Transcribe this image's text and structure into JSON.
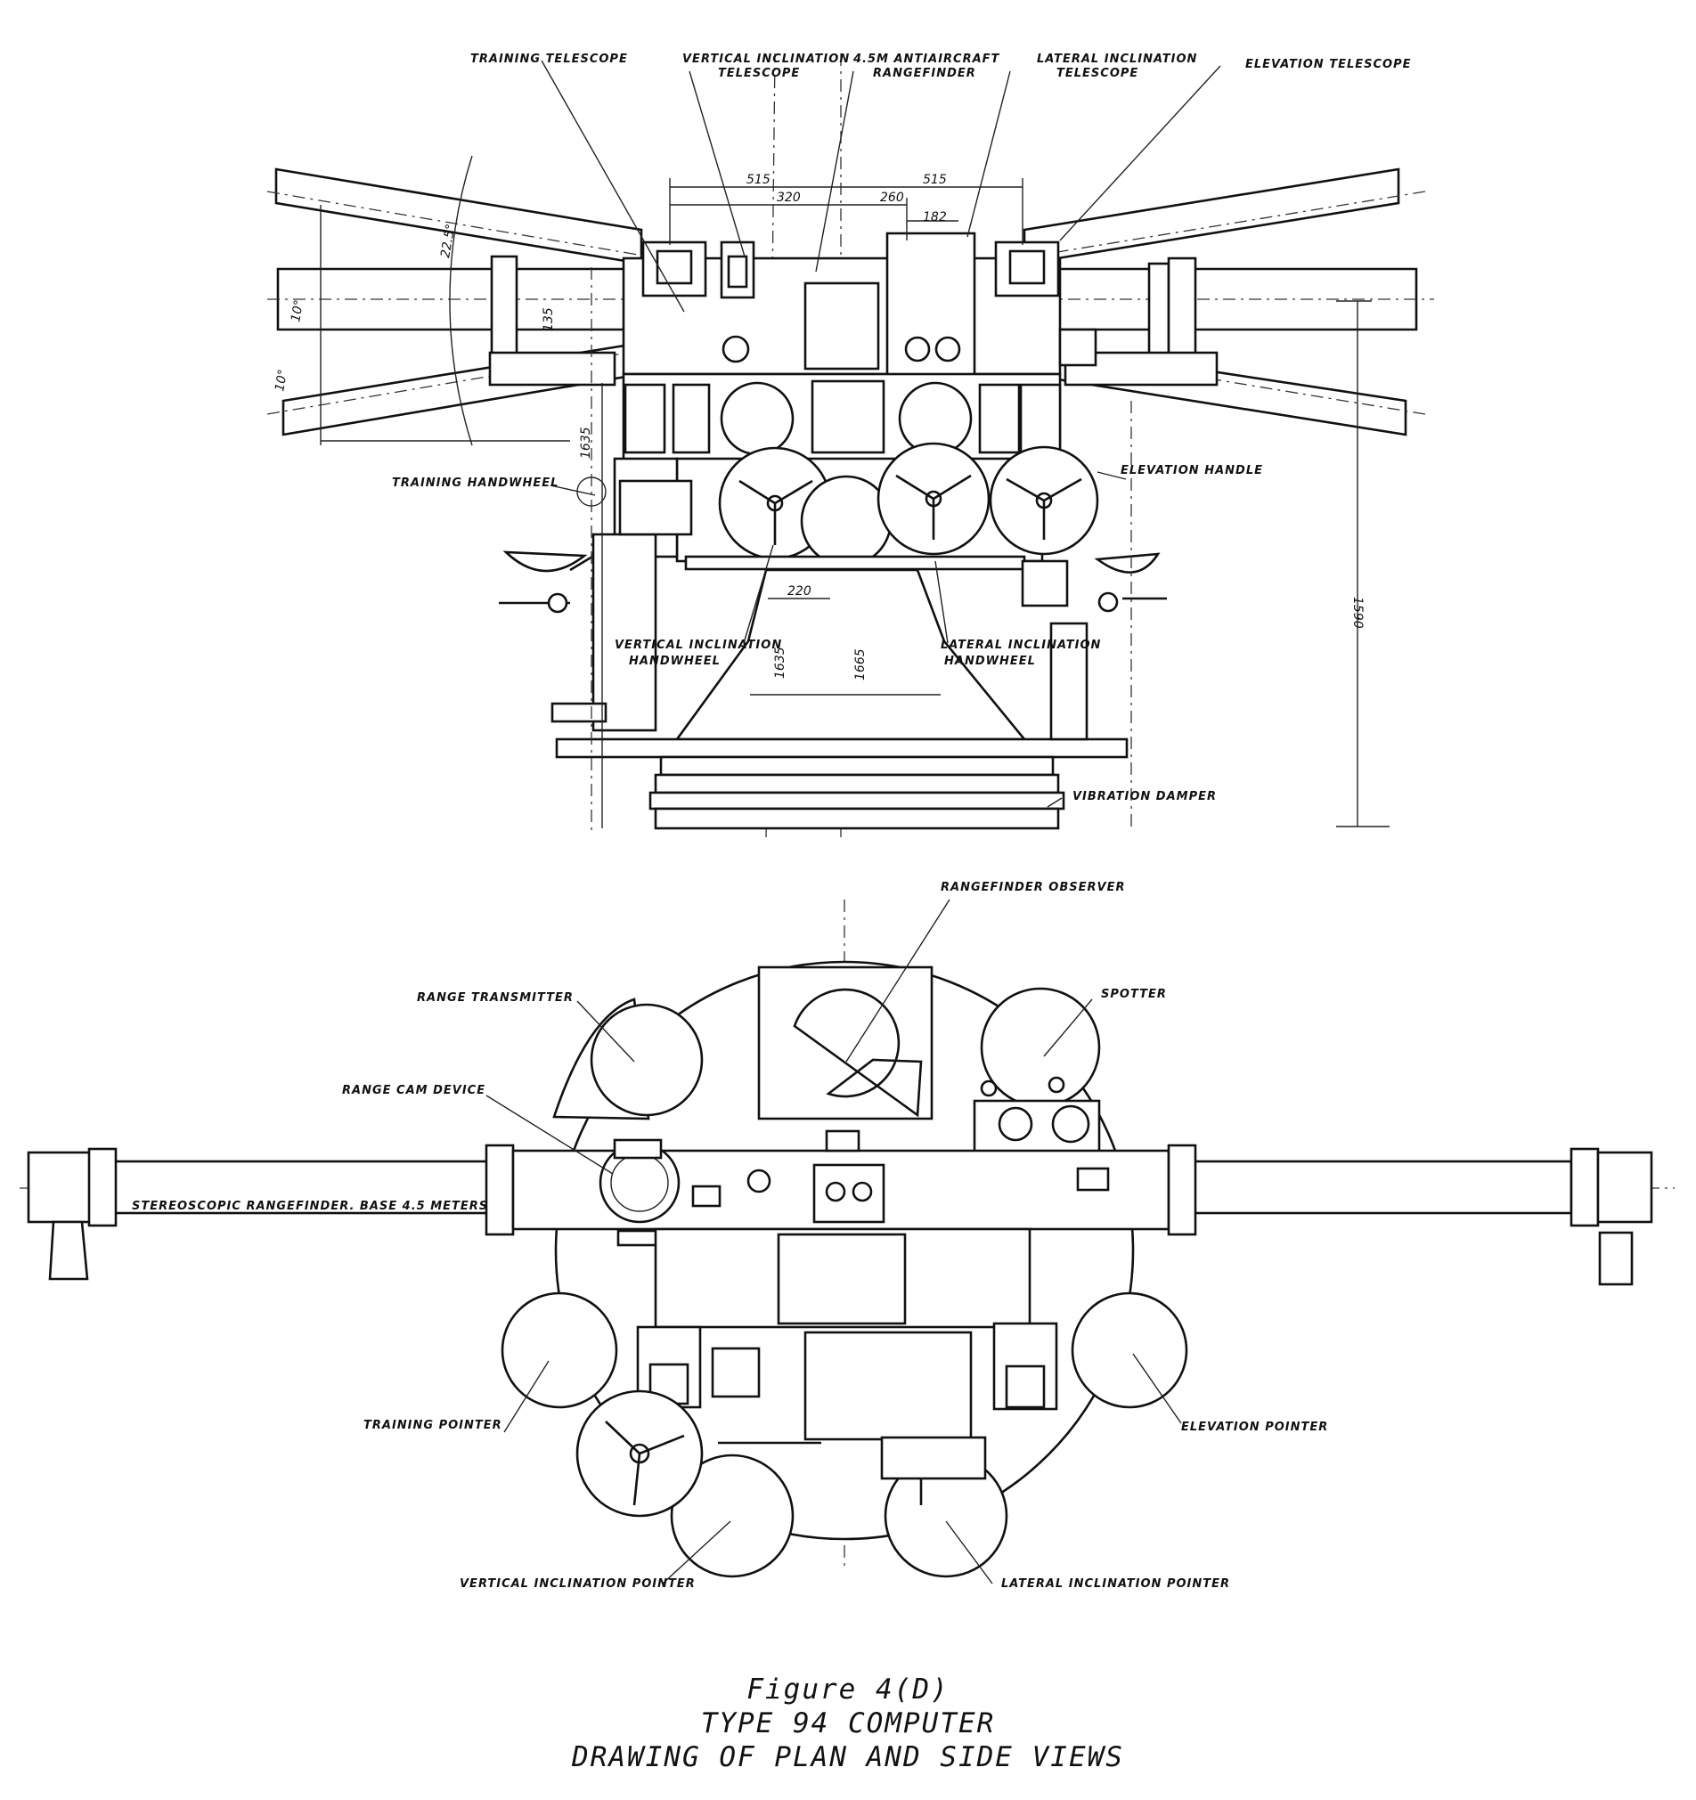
{
  "side_view": {
    "labels": {
      "training_telescope": "TRAINING TELESCOPE",
      "vertical_inclination_telescope": [
        "VERTICAL INCLINATION",
        "TELESCOPE"
      ],
      "antiaircraft_rangefinder": [
        "4.5M ANTIAIRCRAFT",
        "RANGEFINDER"
      ],
      "lateral_inclination_telescope": [
        "LATERAL INCLINATION",
        "TELESCOPE"
      ],
      "elevation_telescope": "ELEVATION TELESCOPE",
      "training_handwheel": "TRAINING HANDWHEEL",
      "elevation_handle": "ELEVATION HANDLE",
      "vertical_inclination_handwheel": [
        "VERTICAL INCLINATION",
        "HANDWHEEL"
      ],
      "lateral_inclination_handwheel": [
        "LATERAL INCLINATION",
        "HANDWHEEL"
      ],
      "vibration_damper": "VIBRATION DAMPER"
    },
    "dimensions": {
      "d515_left": "515",
      "d515_right": "515",
      "d320": "320",
      "d260": "260",
      "d182": "182",
      "d225": "22.5°",
      "d10a": "10°",
      "d10b": "10°",
      "d135": "135",
      "d1635": "1635",
      "d1590": "1590",
      "d220": "220",
      "d1635b": "1635",
      "d1665": "1665"
    }
  },
  "plan_view": {
    "labels": {
      "rangefinder_observer": "RANGEFINDER OBSERVER",
      "range_transmitter": "RANGE TRANSMITTER",
      "spotter": "SPOTTER",
      "range_cam_device": "RANGE CAM DEVICE",
      "stereoscopic_rangefinder": "STEREOSCOPIC RANGEFINDER. BASE 4.5 METERS",
      "training_pointer": "TRAINING POINTER",
      "elevation_pointer": "ELEVATION POINTER",
      "vertical_inclination_pointer": "VERTICAL INCLINATION POINTER",
      "lateral_inclination_pointer": "LATERAL INCLINATION POINTER"
    }
  },
  "caption": {
    "figure": "Figure 4(D)",
    "title": "TYPE 94 COMPUTER",
    "subtitle": "DRAWING OF PLAN AND SIDE VIEWS"
  }
}
